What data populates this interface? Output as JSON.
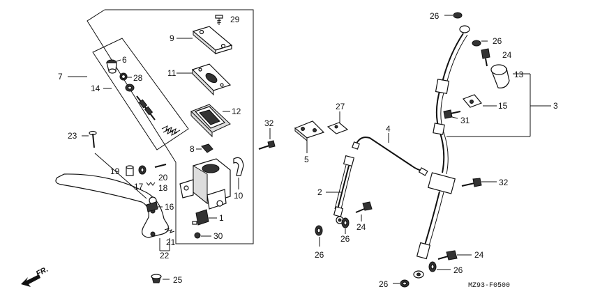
{
  "diagram_code": "MZ93-F0500",
  "direction_label": "FR.",
  "callouts": {
    "p1": "1",
    "p2": "2",
    "p3": "3",
    "p4": "4",
    "p5": "5",
    "p6": "6",
    "p7": "7",
    "p8": "8",
    "p9": "9",
    "p10": "10",
    "p11": "11",
    "p12": "12",
    "p13": "13",
    "p14": "14",
    "p15": "15",
    "p16": "16",
    "p17": "17",
    "p18": "18",
    "p19": "19",
    "p20": "20",
    "p21": "21",
    "p22": "22",
    "p23": "23",
    "p24a": "24",
    "p24b": "24",
    "p24c": "24",
    "p25": "25",
    "p26a": "26",
    "p26b": "26",
    "p26c": "26",
    "p26d": "26",
    "p26e": "26",
    "p26f": "26",
    "p27": "27",
    "p28": "28",
    "p29": "29",
    "p30": "30",
    "p31": "31",
    "p32a": "32",
    "p32b": "32"
  }
}
